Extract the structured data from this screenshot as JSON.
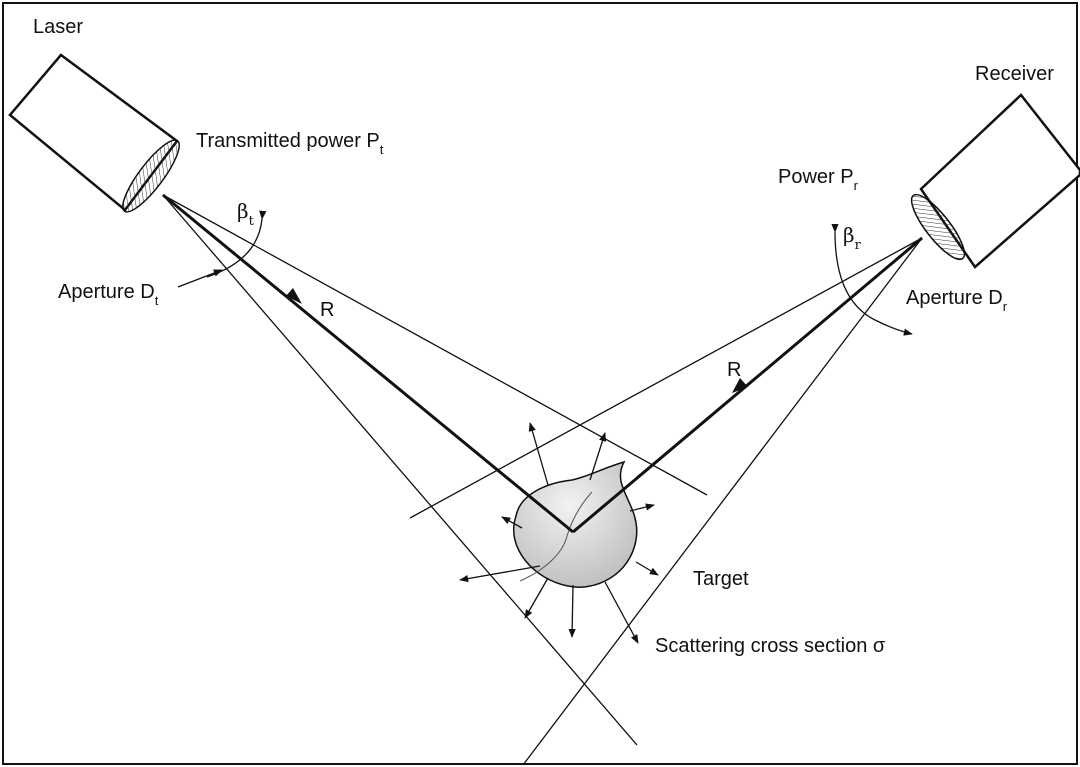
{
  "labels": {
    "laser": "Laser",
    "receiver": "Receiver",
    "transmitted_power": "Transmitted power P",
    "transmitted_power_sub": "t",
    "received_power": "Power P",
    "received_power_sub": "r",
    "aperture_t": "Aperture D",
    "aperture_t_sub": "t",
    "aperture_r": "Aperture D",
    "aperture_r_sub": "r",
    "beta_t": "β",
    "beta_t_sub": "t",
    "beta_r": "β",
    "beta_r_sub": "r",
    "range_t": "R",
    "range_r": "R",
    "target": "Target",
    "cross_section": "Scattering cross section σ"
  }
}
